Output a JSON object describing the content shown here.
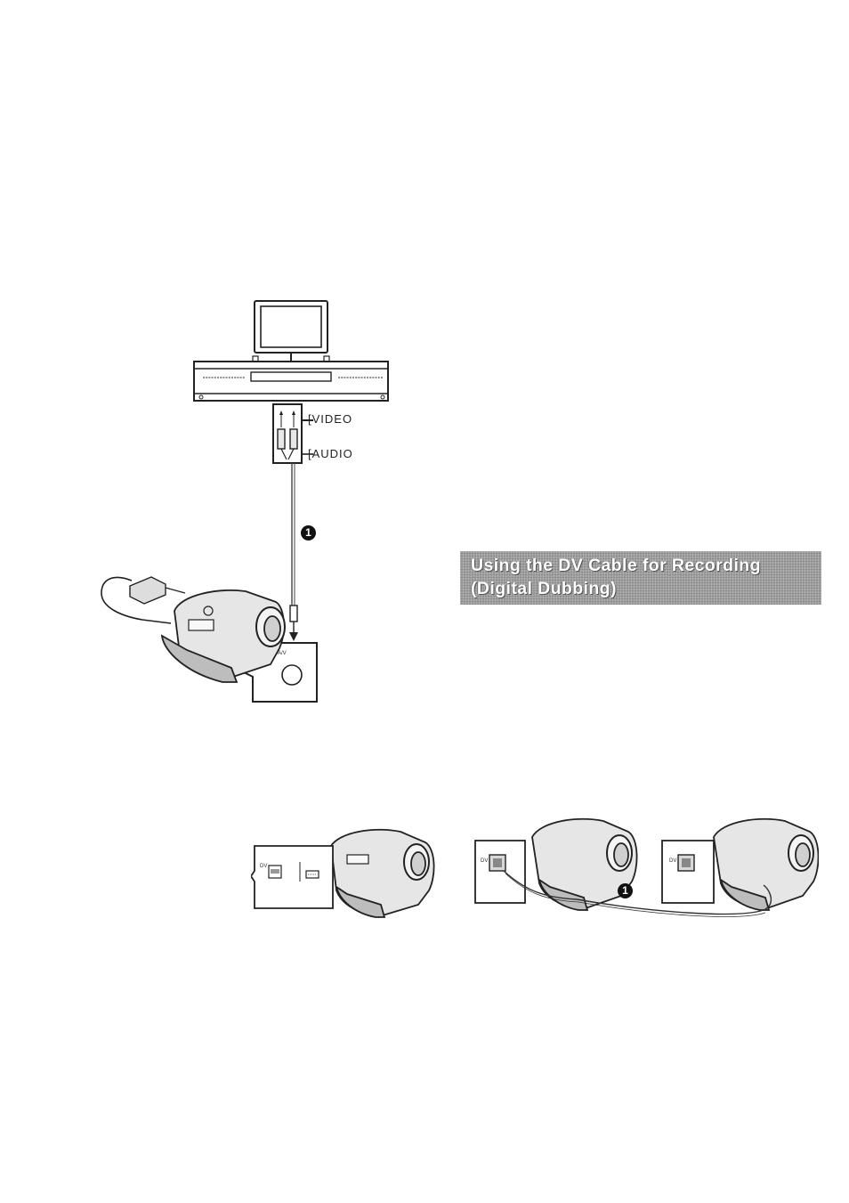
{
  "diagram_av": {
    "video_label": "[VIDEO",
    "audio_label": "[AUDIO",
    "step_marker": "1",
    "port_label": "A/V"
  },
  "heading": {
    "line1": "Using the DV Cable for Recording",
    "line2": "(Digital Dubbing)"
  },
  "diagram_dv": {
    "port_label": "DV",
    "step_marker": "1"
  },
  "icons": {
    "tv": "tv-icon",
    "vcr": "vcr-icon",
    "camcorder": "camcorder-icon",
    "adapter": "ac-adapter-icon"
  }
}
